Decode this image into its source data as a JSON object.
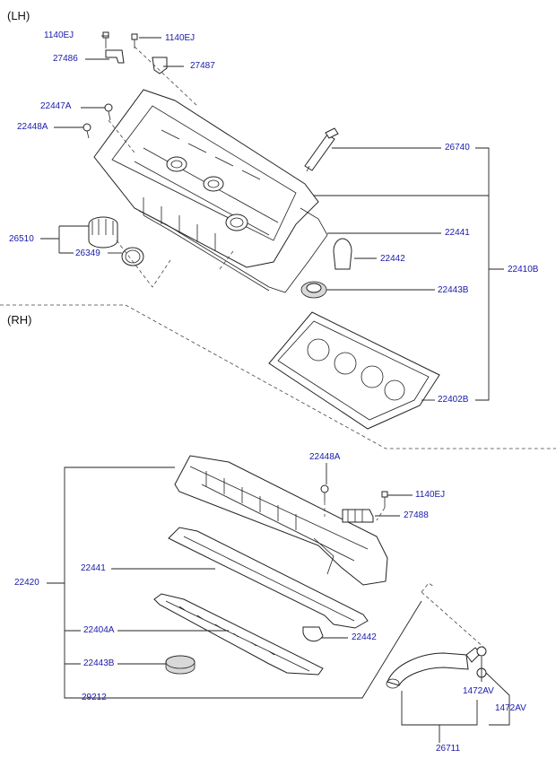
{
  "sections": {
    "lh": "(LH)",
    "rh": "(RH)"
  },
  "labels": {
    "p1140EJ_a": "1140EJ",
    "p1140EJ_b": "1140EJ",
    "p27486": "27486",
    "p27487": "27487",
    "p22447A": "22447A",
    "p22448A_lh": "22448A",
    "p26740": "26740",
    "p22441_lh": "22441",
    "p26510": "26510",
    "p26349": "26349",
    "p22442_lh": "22442",
    "p22410B": "22410B",
    "p22443B_lh": "22443B",
    "p22402B": "22402B",
    "p22448A_rh": "22448A",
    "p1140EJ_rh": "1140EJ",
    "p27488": "27488",
    "p22420": "22420",
    "p22441_rh": "22441",
    "p22404A": "22404A",
    "p22442_rh": "22442",
    "p22443B_rh": "22443B",
    "p29212": "29212",
    "p1472AV_a": "1472AV",
    "p1472AV_b": "1472AV",
    "p26711": "26711"
  },
  "colors": {
    "label": "#1a1aa8",
    "line": "#222222"
  }
}
